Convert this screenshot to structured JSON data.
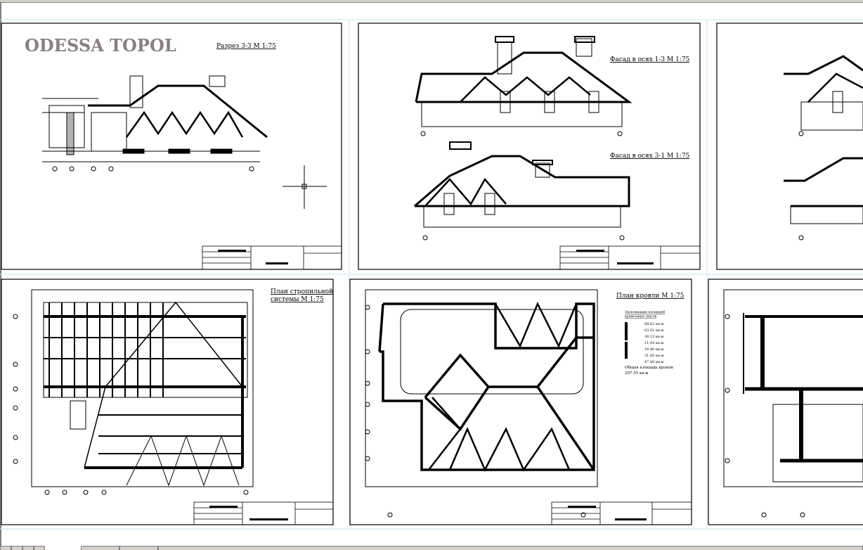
{
  "logo": "ODESSA TOPOL",
  "sheets": {
    "section": {
      "title": "Разрез 3-3  М  1:75"
    },
    "facade_1_3": {
      "title": "Фасад в осях 1-3  М  1:75"
    },
    "facade_3_1": {
      "title": "Фасад в осях 3-1  М  1:75"
    },
    "rafter_plan": {
      "title_line1": "План стропильной",
      "title_line2": "системы  М  1:75"
    },
    "roof_plan": {
      "title": "План кровли  М  1:75",
      "legend_heading_line1": "Экспликация площадей",
      "legend_heading_line2": "кровельных скатов",
      "areas": [
        "89.62 кв.м",
        "63.51 кв.м",
        "38.13 кв.м",
        "11.04 кв.м",
        "16.40 кв.м",
        "31.85 кв.м",
        "47.00 кв.м"
      ],
      "total_line1": "Общая площадь кровли",
      "total_line2": "297.55 кв.м"
    }
  },
  "colors": {
    "logo": "#8a8080",
    "grid": "#c8e4ec",
    "chrome": "#d4d0c8"
  }
}
